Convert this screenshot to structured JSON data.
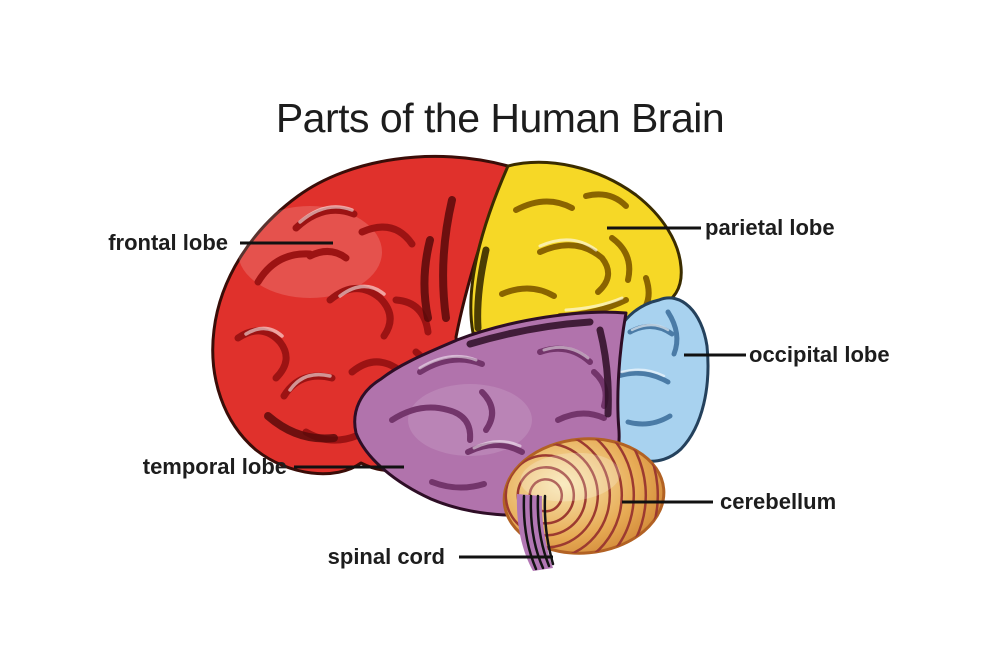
{
  "title": "Parts of the Human Brain",
  "labels": [
    {
      "id": "frontal-lobe",
      "text": "frontal lobe"
    },
    {
      "id": "parietal-lobe",
      "text": "parietal lobe"
    },
    {
      "id": "occipital-lobe",
      "text": "occipital lobe"
    },
    {
      "id": "temporal-lobe",
      "text": "temporal lobe"
    },
    {
      "id": "cerebellum",
      "text": "cerebellum"
    },
    {
      "id": "spinal-cord",
      "text": "spinal cord"
    }
  ],
  "colors": {
    "background": "#ffffff",
    "text": "#1d1d1d",
    "leader_line": "#111111",
    "frontal": "#e0312c",
    "frontal_fold": "#9c1313",
    "frontal_dark": "#5a0a0a",
    "frontal_outline": "#3a0d08",
    "parietal": "#f6d826",
    "parietal_fold": "#8a6400",
    "parietal_dark": "#3a2c00",
    "parietal_outline": "#3a2c00",
    "occipital": "#a8d2ef",
    "occipital_fold": "#4a7ba6",
    "occipital_outline": "#24415c",
    "temporal": "#b173ac",
    "temporal_fold": "#73356b",
    "temporal_dark": "#2e0e26",
    "temporal_outline": "#2e0e26",
    "cerebellum_light": "#f8e6b0",
    "cerebellum_mid": "#e7ab55",
    "cerebellum_edge": "#cd8132",
    "cerebellum_stripe": "#9c3a30",
    "cerebellum_outline": "#b26224",
    "spinal": "#b277b4",
    "spinal_stripe": "#141414"
  }
}
